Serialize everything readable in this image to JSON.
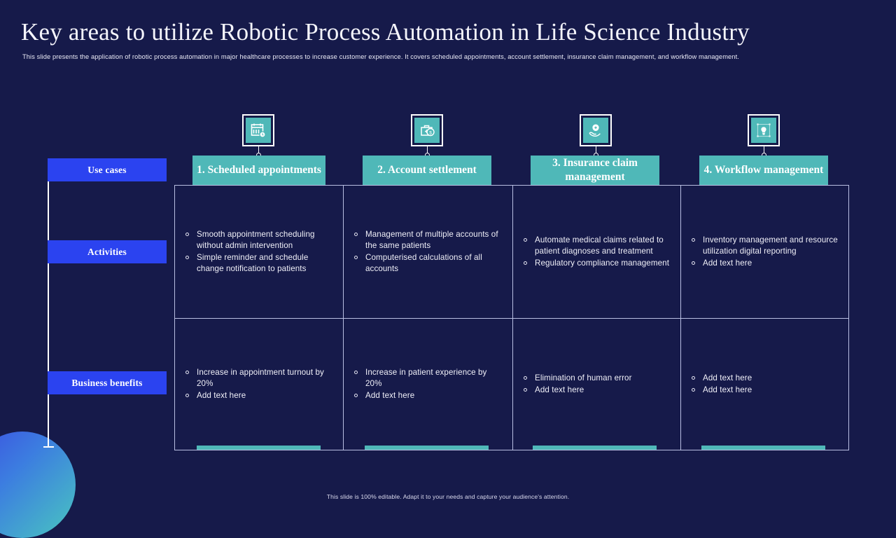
{
  "header": {
    "title": "Key areas to utilize Robotic Process Automation in Life Science Industry",
    "subtitle": "This slide presents the application of robotic process automation in major healthcare processes to increase customer experience. It covers scheduled appointments, account settlement, insurance claim management,  and workflow management."
  },
  "colors": {
    "background": "#161a4a",
    "accent_teal": "#4fb8b8",
    "accent_blue": "#2b43f0",
    "grid_line": "#b9bfe2",
    "text": "#ffffff"
  },
  "rail": {
    "labels": [
      {
        "label": "Use cases"
      },
      {
        "label": "Activities"
      },
      {
        "label": "Business benefits"
      }
    ]
  },
  "columns": [
    {
      "header": "1. Scheduled appointments",
      "icon": "calendar-clock-icon",
      "activities": [
        "Smooth appointment scheduling without admin intervention",
        "Simple reminder and schedule change notification to patients"
      ],
      "benefits": [
        "Increase in appointment turnout by 20%",
        "Add text here"
      ]
    },
    {
      "header": "2. Account settlement",
      "icon": "medical-bag-dollar-icon",
      "activities": [
        "Management of multiple accounts of the same patients",
        "Computerised calculations of all accounts"
      ],
      "benefits": [
        "Increase in patient experience by 20%",
        "Add text here"
      ]
    },
    {
      "header": "3. Insurance claim management",
      "icon": "hand-health-shield-icon",
      "activities": [
        "Automate medical claims related to patient diagnoses and treatment",
        "Regulatory compliance management"
      ],
      "benefits": [
        "Elimination of human error",
        "Add text here"
      ]
    },
    {
      "header": "4. Workflow management",
      "icon": "lightbulb-workflow-icon",
      "activities": [
        "Inventory management and resource utilization digital reporting",
        "Add text here"
      ],
      "benefits": [
        "Add text here",
        "Add text here"
      ]
    }
  ],
  "footer": {
    "note": "This slide is 100% editable. Adapt it to your needs and capture your audience's attention."
  }
}
